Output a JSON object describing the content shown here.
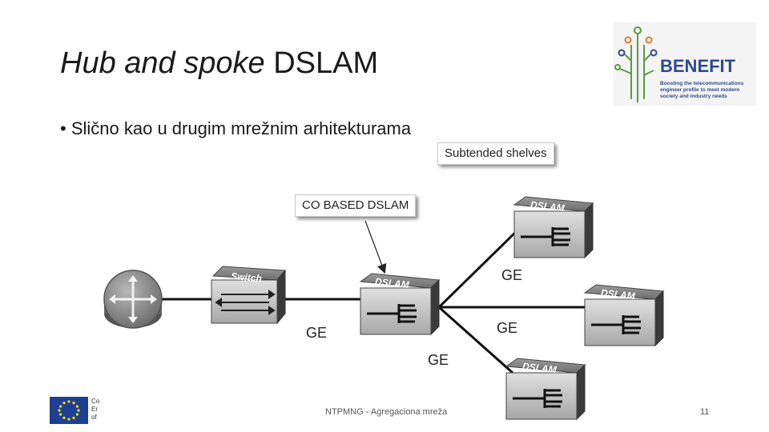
{
  "slide": {
    "title_italic": "Hub and spoke",
    "title_rest": " DSLAM",
    "bullet": "Slično kao u drugim mrežnim arhitekturama",
    "footer": "NTPMNG - Agregaciona mreža",
    "page_number": "11"
  },
  "logo": {
    "name": "BENEFIT",
    "tagline": [
      "Boosting the telecommunications",
      "engineer profile to meet modern",
      "society and industry needs"
    ]
  },
  "eu_text": [
    "Co",
    "Er",
    "of"
  ],
  "diagram": {
    "callout_subtended": "Subtended shelves",
    "callout_co": "CO BASED DSLAM",
    "switch_label": "Switch",
    "dslam_label": "DSLAM",
    "link_labels": [
      "GE",
      "GE",
      "GE",
      "GE"
    ]
  },
  "colors": {
    "accent": "#2f4a8f",
    "logo_green": "#5c9a46",
    "logo_orange": "#e07a2e",
    "eu_blue": "#1f3f93"
  }
}
